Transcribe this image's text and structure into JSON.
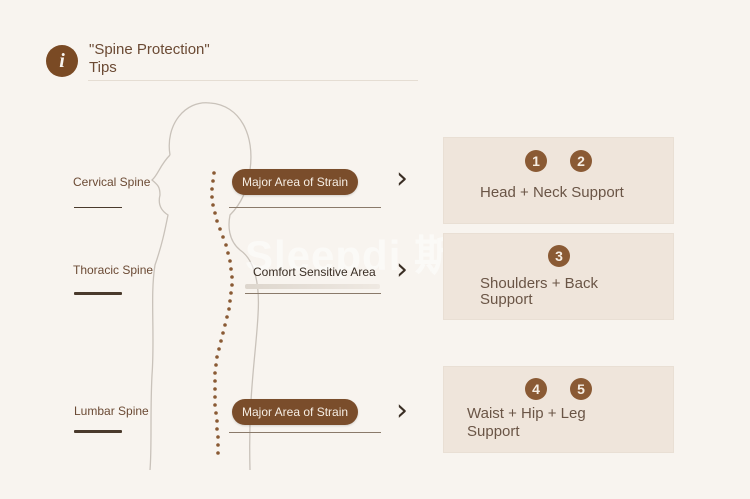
{
  "header": {
    "icon": "info-icon",
    "title_line1": "\"Spine Protection\"",
    "title_line2": "Tips"
  },
  "spine_labels": {
    "cervical": "Cervical Spine",
    "thoracic": "Thoracic Spine",
    "lumbar": "Lumbar Spine"
  },
  "areas": {
    "upper": "Major Area of Strain",
    "middle": "Comfort Sensitive Area",
    "lower": "Major Area of Strain"
  },
  "arrow_glyph": "›",
  "cards": [
    {
      "numbers": [
        "1",
        "2"
      ],
      "text_line1": "Head + Neck Support",
      "text_line2": ""
    },
    {
      "numbers": [
        "3"
      ],
      "text_line1": "Shoulders + Back",
      "text_line2": "Support"
    },
    {
      "numbers": [
        "4",
        "5"
      ],
      "text_line1": "Waist + Hip + Leg",
      "text_line2": "Support"
    }
  ],
  "watermark": "Sleepdi 斯澜迪",
  "colors": {
    "accent": "#7a4d2b",
    "background": "#f8f4ef",
    "card": "#efe5db"
  }
}
